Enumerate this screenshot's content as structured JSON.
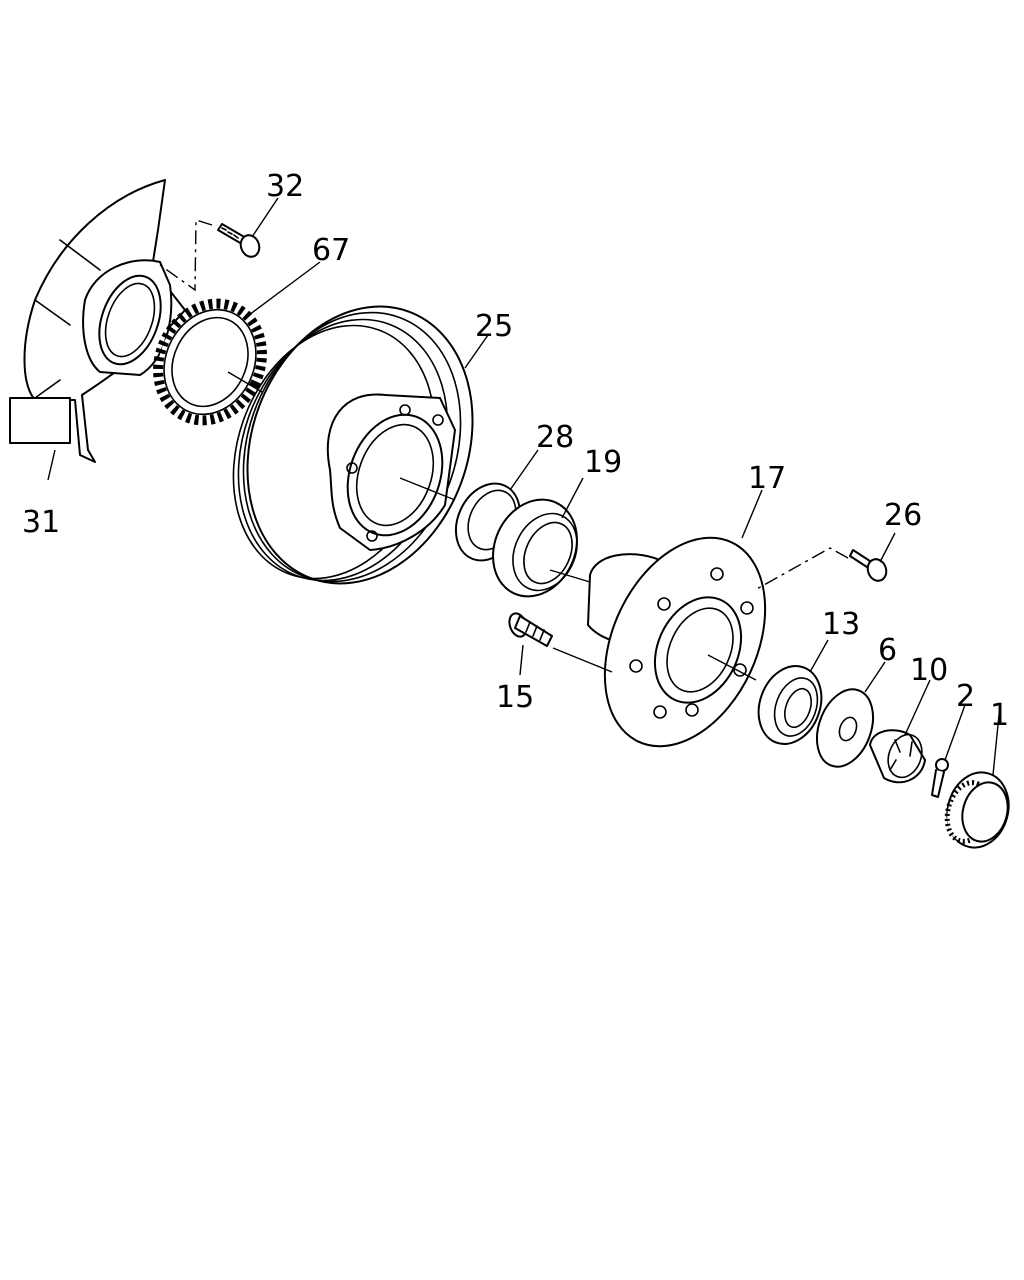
{
  "diagram": {
    "callouts": {
      "c1": "1",
      "c2": "2",
      "c6": "6",
      "c10": "10",
      "c13": "13",
      "c15": "15",
      "c17": "17",
      "c19": "19",
      "c25": "25",
      "c26": "26",
      "c28": "28",
      "c31": "31",
      "c32": "32",
      "c67": "67"
    }
  }
}
